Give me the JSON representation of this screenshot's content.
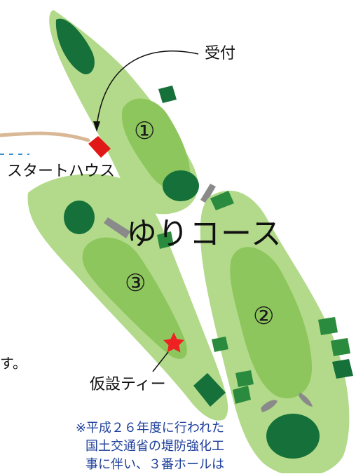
{
  "map": {
    "course_name": "ゆりコース",
    "holes": [
      {
        "number": "①"
      },
      {
        "number": "②"
      },
      {
        "number": "③"
      }
    ],
    "labels": {
      "reception": "受付",
      "start_house": "スタートハウス",
      "temp_tee": "仮設ティー",
      "fragment_su": "す。"
    },
    "note": {
      "lines": [
        "※平成２６年度に行われた",
        "国土交通省の堤防強化工",
        "事に伴い、３番ホールは"
      ]
    },
    "colors": {
      "rough": "#b2da8a",
      "fairway": "#8dc65c",
      "green": "#15703a",
      "tee": "#2a8a3d",
      "bunker": "#8a8a8a",
      "start_house": "#e01818",
      "path": "#d9b896",
      "note_text": "#1d3f9a",
      "temp_tee_star": "#ee2222"
    }
  }
}
